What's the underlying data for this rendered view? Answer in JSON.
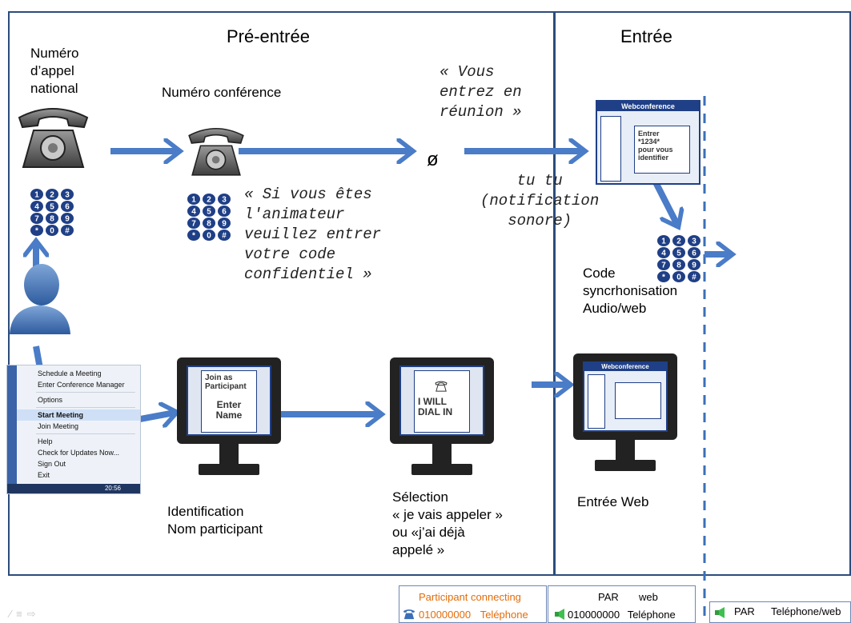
{
  "sections": {
    "pre_entree": "Pré-entrée",
    "entree": "Entrée"
  },
  "labels": {
    "numero_national": "Numéro\nd’appel\nnational",
    "numero_conference": "Numéro conférence",
    "code_sync": "Code\nsyncrhonisation\nAudio/web",
    "identification": "Identification\nNom participant",
    "selection": "Sélection\n« je vais appeler »\nou «j’ai déjà\nappelé »",
    "entree_web": "Entrée Web"
  },
  "audio_messages": {
    "vous_entrez": "« Vous\nentrez en\nréunion »",
    "animateur": "« Si vous êtes\nl'animateur\nveuillez entrer\nvotre code\nconfidentiel »",
    "tu_tu": "tu tu\n(notification\nsonore)",
    "empty_symbol": "ø"
  },
  "keypad": {
    "keys": [
      "1",
      "2",
      "3",
      "4",
      "5",
      "6",
      "7",
      "8",
      "9",
      "*",
      "0",
      "#"
    ]
  },
  "webconf_window": {
    "title": "Webconference",
    "prompt": "Entrer\n*1234*\npour vous\nidentifier"
  },
  "monitor_join": {
    "line1": "Join as\nParticipant",
    "line2": "Enter\nName"
  },
  "monitor_dial": {
    "line1": "I WILL\nDIAL IN"
  },
  "monitor_web": {
    "title": "Webconference"
  },
  "context_menu": {
    "items": [
      "Schedule a Meeting",
      "Enter Conference Manager",
      "Options",
      "Start Meeting",
      "Join Meeting",
      "Help",
      "Check for Updates Now...",
      "Sign Out",
      "Exit"
    ],
    "taskbar_time": "20:56"
  },
  "status_bar": {
    "box1": {
      "title": "Participant connecting",
      "number": "010000000",
      "type": "Teléphone"
    },
    "box2": {
      "title": "PAR       web",
      "number": "010000000",
      "type": "Teléphone"
    },
    "box3": {
      "label": "PAR",
      "type": "Teléphone/web"
    }
  },
  "colors": {
    "arrow": "#4a7cc7",
    "frame": "#2c4c7c",
    "dash": "#3a6fb8",
    "orange": "#e36c0a",
    "monitor_blue": "#1f3f86"
  }
}
